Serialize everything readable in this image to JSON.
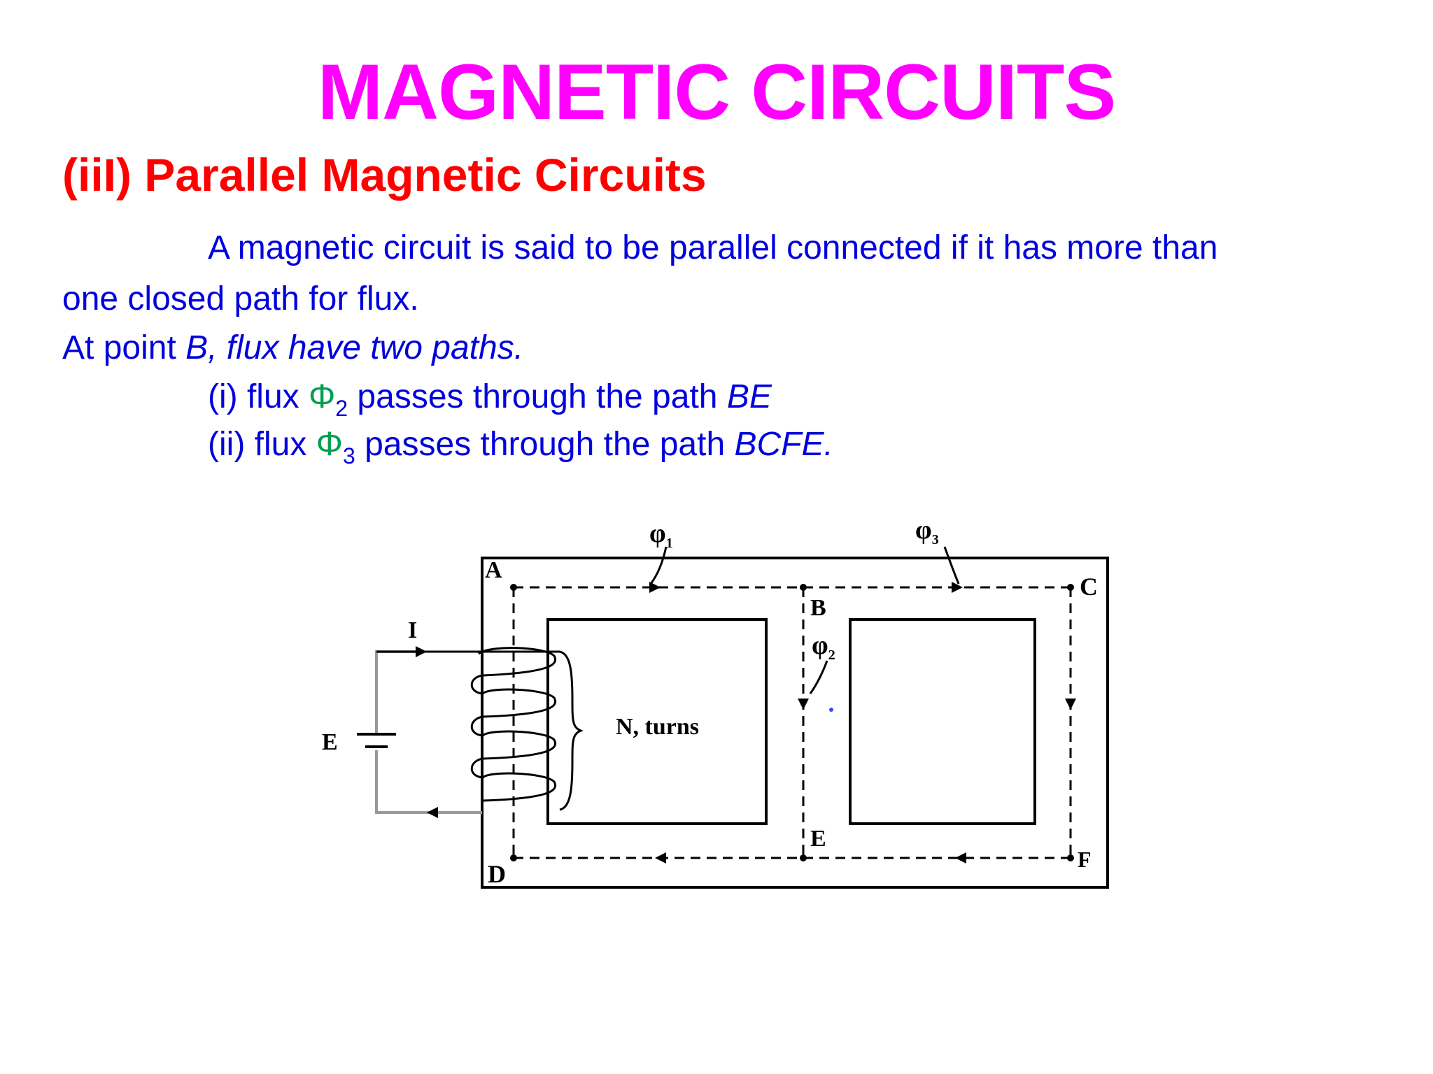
{
  "colors": {
    "title": "#ff00ff",
    "subtitle": "#ff0000",
    "body": "#0000dd",
    "phi": "#00a050"
  },
  "title": "MAGNETIC CIRCUITS",
  "subtitle": "(iiI) Parallel Magnetic Circuits",
  "paragraph": {
    "line1": "A magnetic circuit is said to be parallel connected if it has more than",
    "line2": "one closed path for flux."
  },
  "point": {
    "prefix": "At point ",
    "italic": "B, flux have two paths."
  },
  "items": [
    {
      "lead": "(i) flux ",
      "symbol": "Φ",
      "subscript": "2",
      "middle": " passes through the path ",
      "path": "BE"
    },
    {
      "lead": "(ii) flux ",
      "symbol": "Φ",
      "subscript": "3",
      "middle": " passes through the path ",
      "path": "BCFE."
    }
  ],
  "diagram": {
    "labels": {
      "A": "A",
      "B": "B",
      "C": "C",
      "D": "D",
      "E_node": "E",
      "F": "F",
      "current": "I",
      "source": "E",
      "turns": "N, turns",
      "phi1": "φ",
      "phi1_sub": "1",
      "phi2": "φ",
      "phi2_sub": "2",
      "phi3": "φ",
      "phi3_sub": "3"
    }
  }
}
